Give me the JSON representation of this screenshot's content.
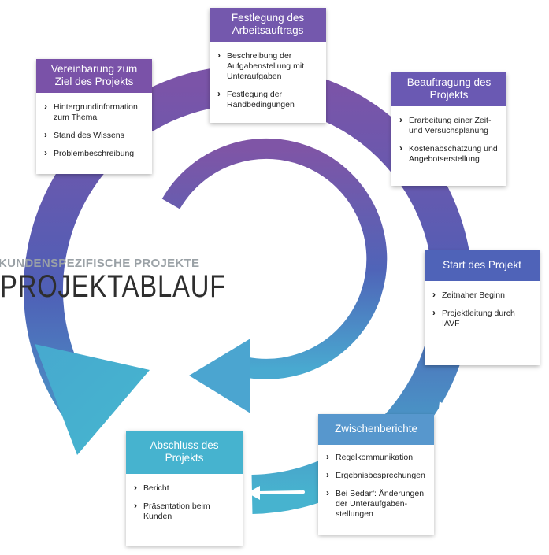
{
  "title": {
    "subtitle": "KUNDENSPEZIFISCHE PROJEKTE",
    "main": "PROJEKTABLAUF"
  },
  "colors": {
    "purple": "#7a52a8",
    "violet": "#6b59b3",
    "blue": "#4f63b8",
    "lightblue": "#5797cd",
    "cyan": "#46b3cf"
  },
  "steps": [
    {
      "title": "Vereinbarung zum Ziel des Projekts",
      "items": [
        "Hintergrundinformation zum Thema",
        "Stand des Wissens",
        "Problembeschreibung"
      ]
    },
    {
      "title": "Festlegung des Arbeitsauftrags",
      "items": [
        "Beschreibung der Aufgabenstellung mit Unteraufgaben",
        "Festlegung der Randbedingungen"
      ]
    },
    {
      "title": "Beauftragung des Projekts",
      "items": [
        "Erarbeitung einer Zeit- und Versuchsplanung",
        "Kostenabschätzung und Angebotserstellung"
      ]
    },
    {
      "title": "Start des Projekt",
      "items": [
        "Zeitnaher Beginn",
        "Projektleitung durch IAVF"
      ]
    },
    {
      "title": "Zwischenberichte",
      "items": [
        "Regelkommunikation",
        "Ergebnisbesprechungen",
        "Bei Bedarf: Änderungen der Unteraufgaben­stellungen"
      ]
    },
    {
      "title": "Abschluss des Projekts",
      "items": [
        "Bericht",
        "Präsentation beim Kunden"
      ]
    }
  ]
}
